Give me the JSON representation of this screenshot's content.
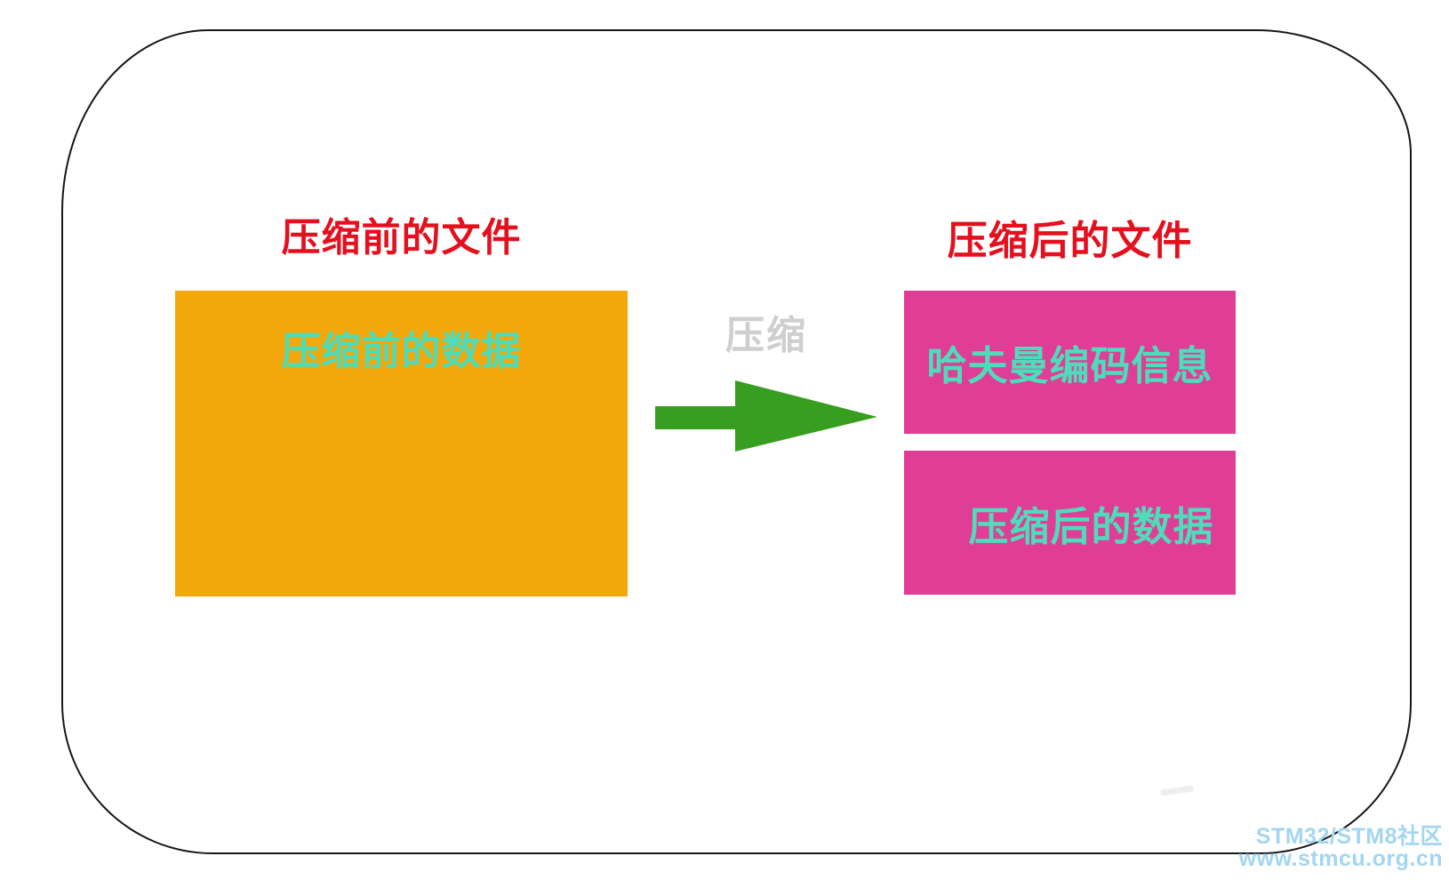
{
  "canvas": {
    "background": "#ffffff",
    "frame_border_color": "#161616"
  },
  "diagram": {
    "before": {
      "title": "压缩前的文件",
      "title_color": "#e5101e",
      "box": {
        "label": "压缩前的数据",
        "bg": "#f2a80a",
        "text_color": "#4fdcba"
      }
    },
    "process": {
      "label": "压缩",
      "label_color": "#cfcfcf",
      "arrow_icon": "right-arrow",
      "arrow_color": "#389e20"
    },
    "after": {
      "title": "压缩后的文件",
      "title_color": "#e5101e",
      "boxes": [
        {
          "label": "哈夫曼编码信息",
          "bg": "#e03d96",
          "text_color": "#4fdcba"
        },
        {
          "label": "压缩后的数据",
          "bg": "#e03d96",
          "text_color": "#4fdcba"
        }
      ]
    }
  },
  "watermark": {
    "line1": "STM32/STM8社区",
    "line2": "www.stmcu.org.cn",
    "color": "#a3d6f1"
  }
}
